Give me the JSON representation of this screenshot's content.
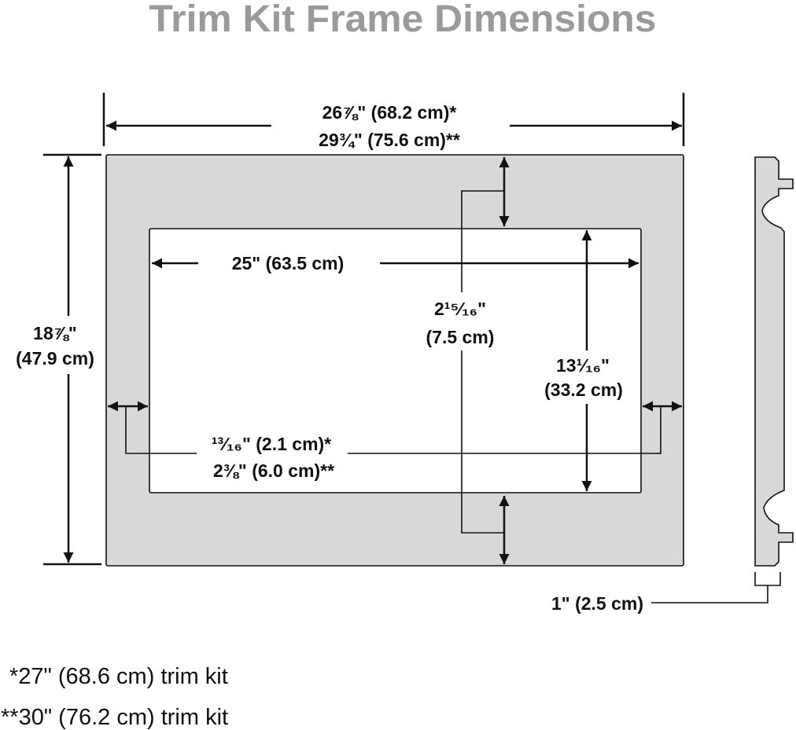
{
  "title": "Trim Kit Frame Dimensions",
  "dimensions": {
    "outer_width": {
      "line1": "26⅞\" (68.2 cm)*",
      "line2": "29¾\" (75.6 cm)**"
    },
    "outer_height": {
      "line1": "18⅞\"",
      "line2": "(47.9 cm)"
    },
    "inner_width": "25\" (63.5 cm)",
    "top_bottom_border": {
      "line1": "2¹⁵⁄₁₆\"",
      "line2": "(7.5 cm)"
    },
    "inner_height": {
      "line1": "13¹⁄₁₆\"",
      "line2": "(33.2 cm)"
    },
    "side_border": {
      "line1": "¹³⁄₁₆\" (2.1 cm)*",
      "line2": "2⅜\" (6.0 cm)**"
    },
    "depth": "1\" (2.5 cm)"
  },
  "notes": [
    "*27\" (68.6 cm) trim kit",
    "**30\" (76.2 cm) trim kit"
  ],
  "colors": {
    "title": "#9a9a9a",
    "frame": "#d8d8d8",
    "line": "#111111"
  }
}
